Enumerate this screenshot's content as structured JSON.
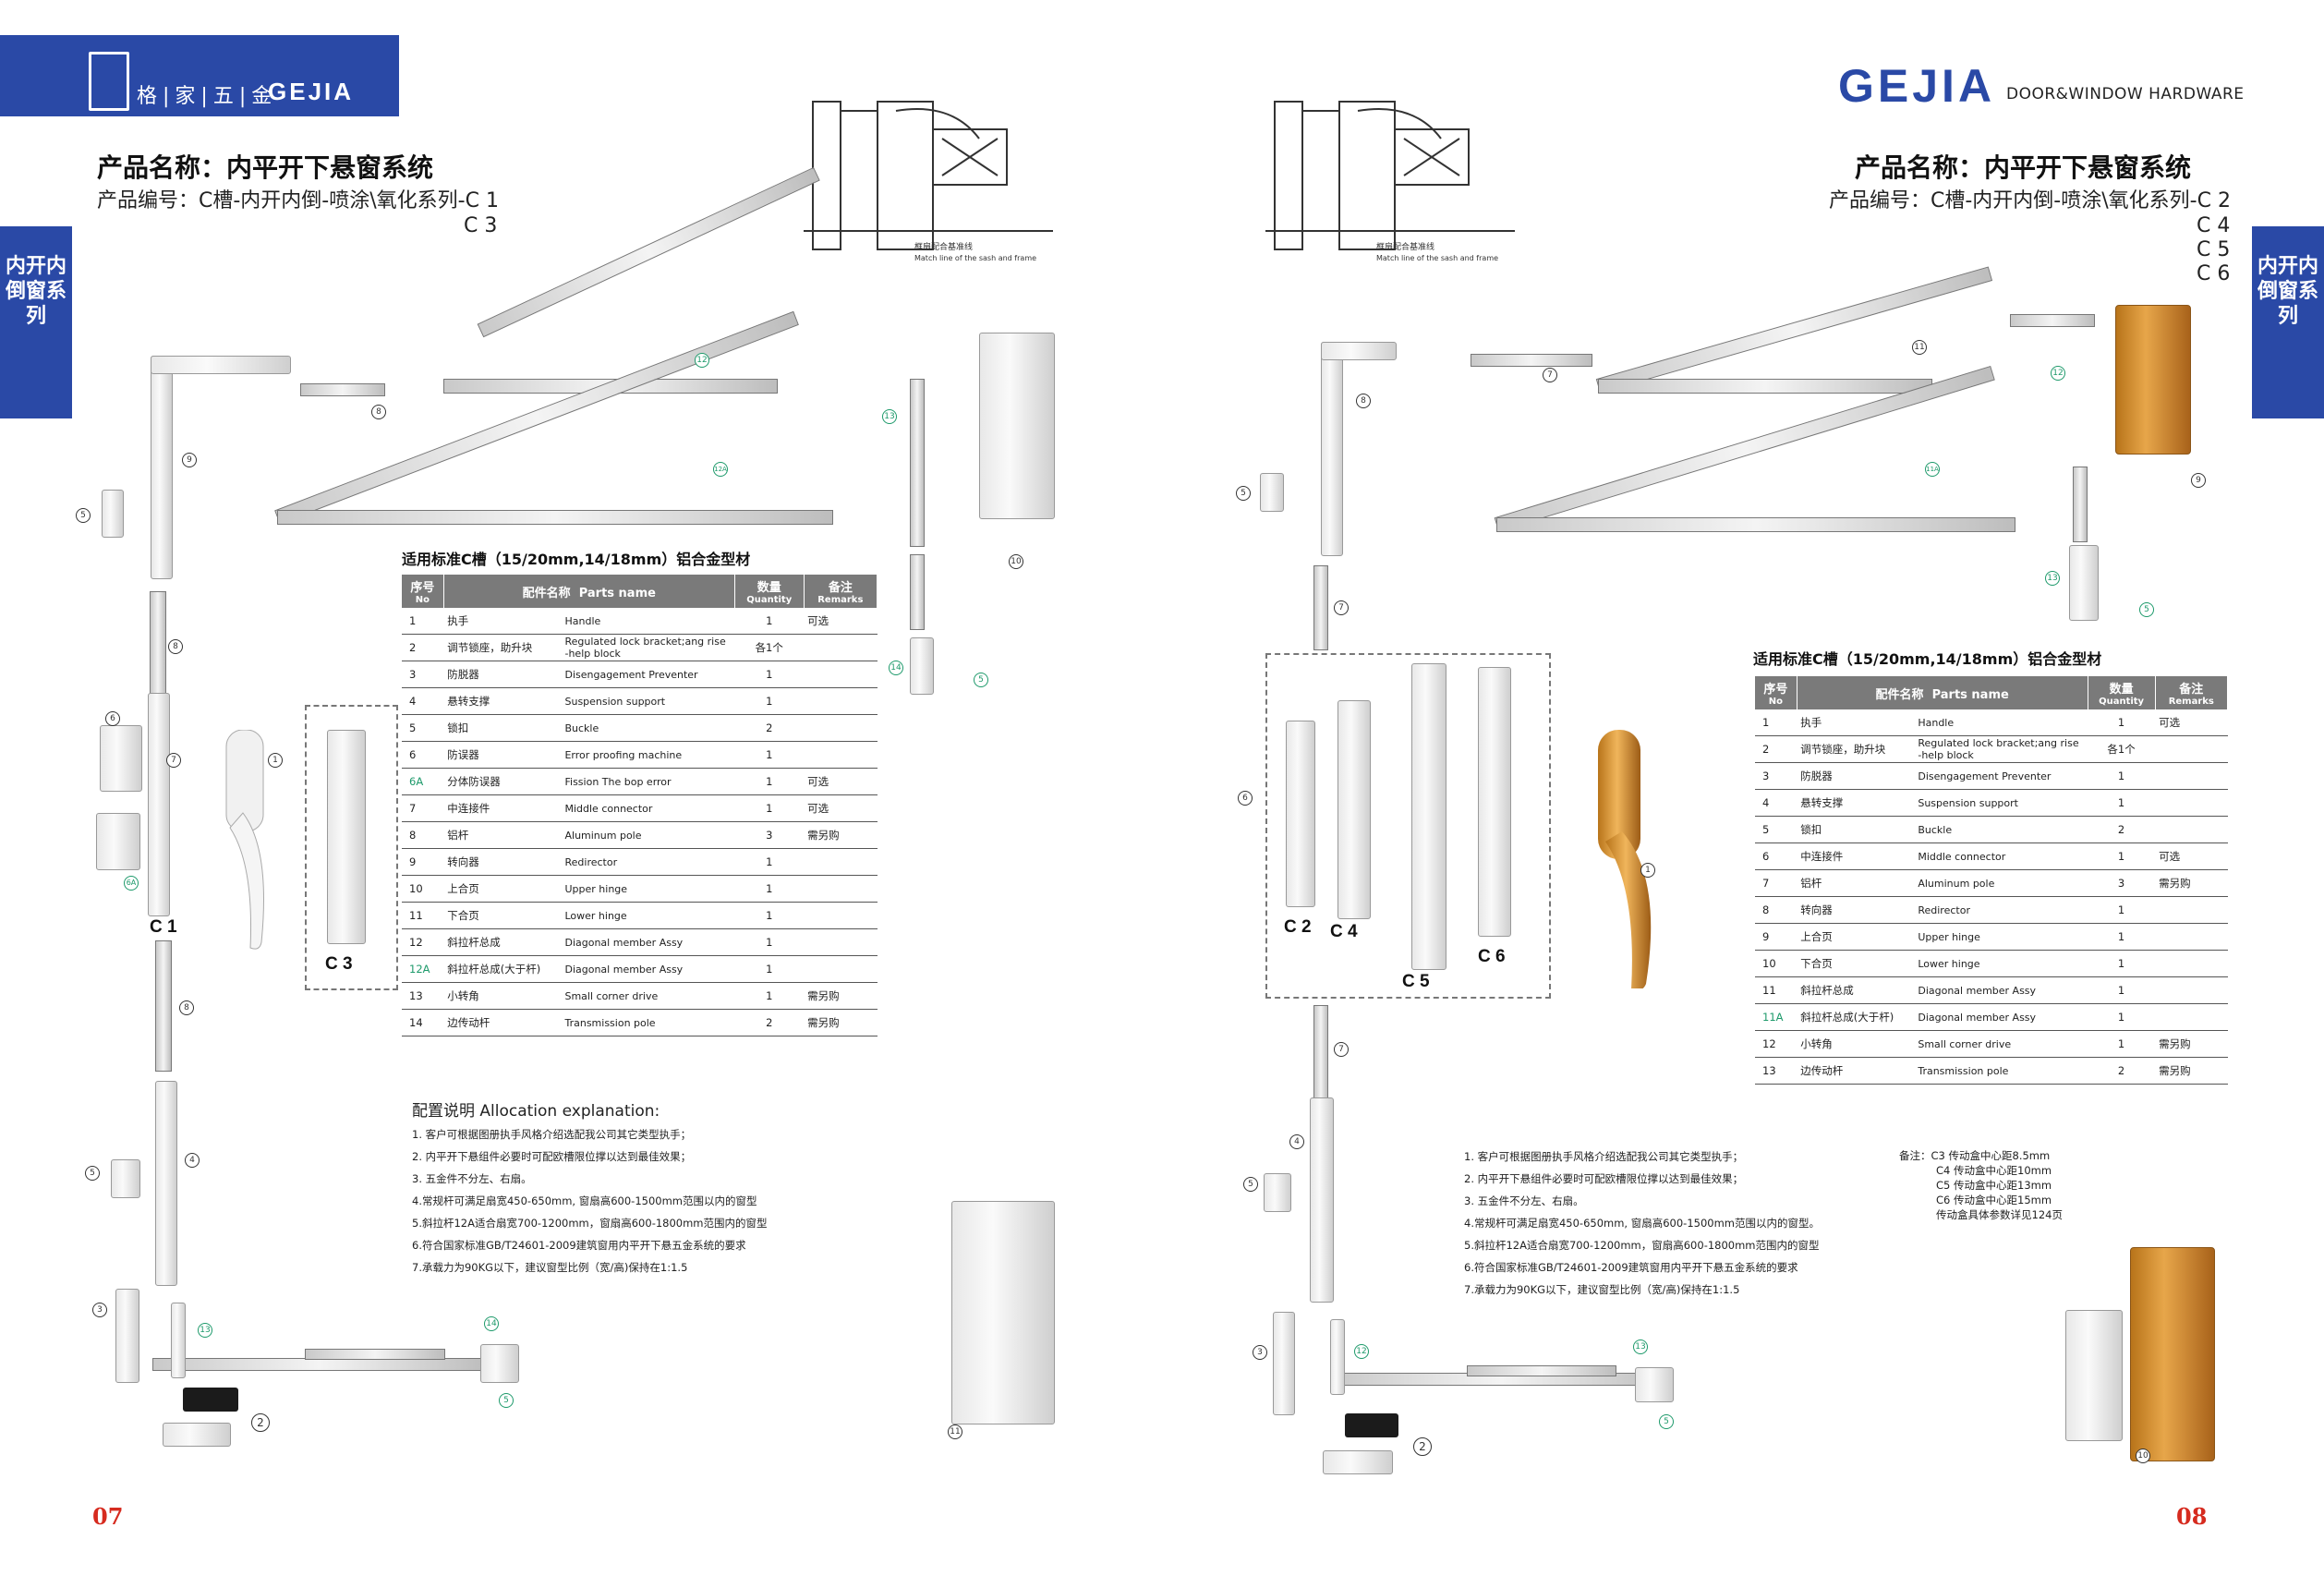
{
  "left": {
    "brand_cn": "格|家|五|金",
    "brand_en": "GEJIA",
    "title": "产品名称：内平开下悬窗系统",
    "code_line1": "产品编号：C槽-内开内倒-喷涂\\氧化系列-C 1",
    "code_line2": "C 3",
    "side_tab": "内开内倒窗系列",
    "table_title": "适用标准C槽（15/20mm,14/18mm）铝合金型材",
    "variant_c1": "C 1",
    "variant_c3": "C 3",
    "page_number": "07",
    "rows": [
      {
        "no": "1",
        "cn": "执手",
        "en": "Handle",
        "qty": "1",
        "remark": "可选"
      },
      {
        "no": "2",
        "cn": "调节锁座，助升块",
        "en": "Regulated lock bracket;ang rise -help block",
        "qty": "各1个",
        "remark": ""
      },
      {
        "no": "3",
        "cn": "防脱器",
        "en": "Disengagement Preventer",
        "qty": "1",
        "remark": ""
      },
      {
        "no": "4",
        "cn": "悬转支撑",
        "en": "Suspension support",
        "qty": "1",
        "remark": ""
      },
      {
        "no": "5",
        "cn": "锁扣",
        "en": "Buckle",
        "qty": "2",
        "remark": ""
      },
      {
        "no": "6",
        "cn": "防误器",
        "en": "Error proofing machine",
        "qty": "1",
        "remark": ""
      },
      {
        "no": "6A",
        "cn": "分体防误器",
        "en": "Fission The bop error",
        "qty": "1",
        "remark": "可选"
      },
      {
        "no": "7",
        "cn": "中连接件",
        "en": "Middle connector",
        "qty": "1",
        "remark": "可选"
      },
      {
        "no": "8",
        "cn": "铝杆",
        "en": "Aluminum pole",
        "qty": "3",
        "remark": "需另购"
      },
      {
        "no": "9",
        "cn": "转向器",
        "en": "Redirector",
        "qty": "1",
        "remark": ""
      },
      {
        "no": "10",
        "cn": "上合页",
        "en": "Upper hinge",
        "qty": "1",
        "remark": ""
      },
      {
        "no": "11",
        "cn": "下合页",
        "en": "Lower hinge",
        "qty": "1",
        "remark": ""
      },
      {
        "no": "12",
        "cn": "斜拉杆总成",
        "en": "Diagonal member Assy",
        "qty": "1",
        "remark": ""
      },
      {
        "no": "12A",
        "cn": "斜拉杆总成(大于杆)",
        "en": "Diagonal member Assy",
        "qty": "1",
        "remark": ""
      },
      {
        "no": "13",
        "cn": "小转角",
        "en": "Small corner drive",
        "qty": "1",
        "remark": "需另购"
      },
      {
        "no": "14",
        "cn": "边传动杆",
        "en": "Transmission pole",
        "qty": "2",
        "remark": "需另购"
      }
    ],
    "alloc_title": "配置说明 Allocation explanation:",
    "alloc": [
      "1. 客户可根据图册执手风格介绍选配我公司其它类型执手；",
      "2. 内平开下悬组件必要时可配欧槽限位撑以达到最佳效果；",
      "3. 五金件不分左、右扇。",
      "4.常规杆可满足扇宽450-650mm, 窗扇高600-1500mm范围以内的窗型",
      "5.斜拉杆12A适合扇宽700-1200mm，窗扇高600-1800mm范围内的窗型",
      "6.符合国家标准GB/T24601-2009建筑窗用内平开下悬五金系统的要求",
      "7.承载力为90KG以下，建议窗型比例（宽/高)保持在1:1.5"
    ]
  },
  "right": {
    "brand_en": "GEJIA",
    "brand_sub": "DOOR&WINDOW HARDWARE",
    "title": "产品名称：内平开下悬窗系统",
    "code_line1": "产品编号：C槽-内开内倒-喷涂\\氧化系列-C 2",
    "code_lines": [
      "C 4",
      "C 5",
      "C 6"
    ],
    "side_tab": "内开内倒窗系列",
    "table_title": "适用标准C槽（15/20mm,14/18mm）铝合金型材",
    "variant_c2": "C 2",
    "variant_c4": "C 4",
    "variant_c5": "C 5",
    "variant_c6": "C 6",
    "page_number": "08",
    "rows": [
      {
        "no": "1",
        "cn": "执手",
        "en": "Handle",
        "qty": "1",
        "remark": "可选"
      },
      {
        "no": "2",
        "cn": "调节锁座，助升块",
        "en": "Regulated lock bracket;ang rise -help block",
        "qty": "各1个",
        "remark": ""
      },
      {
        "no": "3",
        "cn": "防脱器",
        "en": "Disengagement Preventer",
        "qty": "1",
        "remark": ""
      },
      {
        "no": "4",
        "cn": "悬转支撑",
        "en": "Suspension support",
        "qty": "1",
        "remark": ""
      },
      {
        "no": "5",
        "cn": "锁扣",
        "en": "Buckle",
        "qty": "2",
        "remark": ""
      },
      {
        "no": "6",
        "cn": "中连接件",
        "en": "Middle connector",
        "qty": "1",
        "remark": "可选"
      },
      {
        "no": "7",
        "cn": "铝杆",
        "en": "Aluminum pole",
        "qty": "3",
        "remark": "需另购"
      },
      {
        "no": "8",
        "cn": "转向器",
        "en": "Redirector",
        "qty": "1",
        "remark": ""
      },
      {
        "no": "9",
        "cn": "上合页",
        "en": "Upper hinge",
        "qty": "1",
        "remark": ""
      },
      {
        "no": "10",
        "cn": "下合页",
        "en": "Lower hinge",
        "qty": "1",
        "remark": ""
      },
      {
        "no": "11",
        "cn": "斜拉杆总成",
        "en": "Diagonal member Assy",
        "qty": "1",
        "remark": ""
      },
      {
        "no": "11A",
        "cn": "斜拉杆总成(大于杆)",
        "en": "Diagonal member Assy",
        "qty": "1",
        "remark": ""
      },
      {
        "no": "12",
        "cn": "小转角",
        "en": "Small corner drive",
        "qty": "1",
        "remark": "需另购"
      },
      {
        "no": "13",
        "cn": "边传动杆",
        "en": "Transmission pole",
        "qty": "2",
        "remark": "需另购"
      }
    ],
    "alloc": [
      "1. 客户可根据图册执手风格介绍选配我公司其它类型执手；",
      "2. 内平开下悬组件必要时可配欧槽限位撑以达到最佳效果；",
      "3. 五金件不分左、右扇。",
      "4.常规杆可满足扇宽450-650mm, 窗扇高600-1500mm范围以内的窗型。",
      "5.斜拉杆12A适合扇宽700-1200mm，窗扇高600-1800mm范围内的窗型",
      "6.符合国家标准GB/T24601-2009建筑窗用内平开下悬五金系统的要求",
      "7.承载力为90KG以下，建议窗型比例（宽/高)保持在1:1.5"
    ],
    "notes": [
      "备注：C3  传动盒中心距8.5mm",
      "C4  传动盒中心距10mm",
      "C5  传动盒中心距13mm",
      "C6  传动盒中心距15mm",
      "传动盒具体参数详见124页"
    ]
  },
  "headers": {
    "no_cn": "序号",
    "no_en": "No",
    "name_cn": "配件名称",
    "name_en": "Parts name",
    "qty_cn": "数量",
    "qty_en": "Quantity",
    "rem_cn": "备注",
    "rem_en": "Remarks"
  },
  "drawing_caption": {
    "cn": "框扇配合基准线",
    "en": "Match line of the sash and frame"
  },
  "callouts_left": [
    "1",
    "2",
    "3",
    "4",
    "5",
    "6",
    "6A",
    "7",
    "8",
    "9",
    "10",
    "11",
    "12",
    "12A",
    "13",
    "14"
  ],
  "callouts_right": [
    "1",
    "2",
    "3",
    "4",
    "5",
    "6",
    "7",
    "8",
    "9",
    "10",
    "11",
    "11A",
    "12",
    "13"
  ],
  "colors": {
    "brand_blue": "#2a49a6",
    "page_red": "#d62b1f",
    "green_num": "#1e9a6b",
    "table_head": "#7a7a7a"
  }
}
